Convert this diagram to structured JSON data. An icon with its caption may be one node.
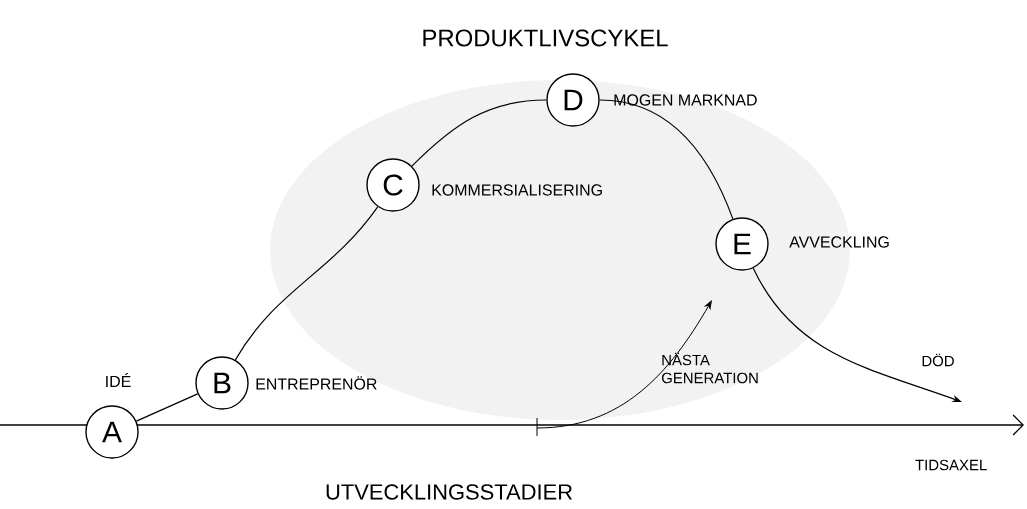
{
  "diagram": {
    "title": "PRODUKTLIVSCYKEL",
    "nodes": [
      {
        "text": [
          "A"
        ],
        "beside": [
          "IDÉ"
        ]
      },
      {
        "text": [
          "B"
        ],
        "beside": [
          "ENTREPRENÖR"
        ]
      },
      {
        "text": [
          "C"
        ],
        "beside": [
          "KOMMERSIALISERING"
        ]
      },
      {
        "text": [
          "D"
        ],
        "beside": [
          "MOGEN MARKNAD"
        ]
      },
      {
        "text": [
          "E"
        ],
        "beside": [
          "AVVECKLING"
        ]
      }
    ],
    "edges": [
      {
        "from": 0,
        "to": 1,
        "arrow": "none"
      },
      {
        "from": 1,
        "to": 2,
        "arrow": "none"
      },
      {
        "from": 2,
        "to": 3,
        "arrow": "none"
      },
      {
        "from": 3,
        "to": 4,
        "arrow": "none"
      },
      {
        "from": 4,
        "to": null,
        "arrow": "to",
        "label": "DÖD"
      }
    ],
    "labels": [
      "NÄSTA GENERATION",
      "TIDSAXEL",
      "UTVECKLINGSSTADIER"
    ]
  }
}
